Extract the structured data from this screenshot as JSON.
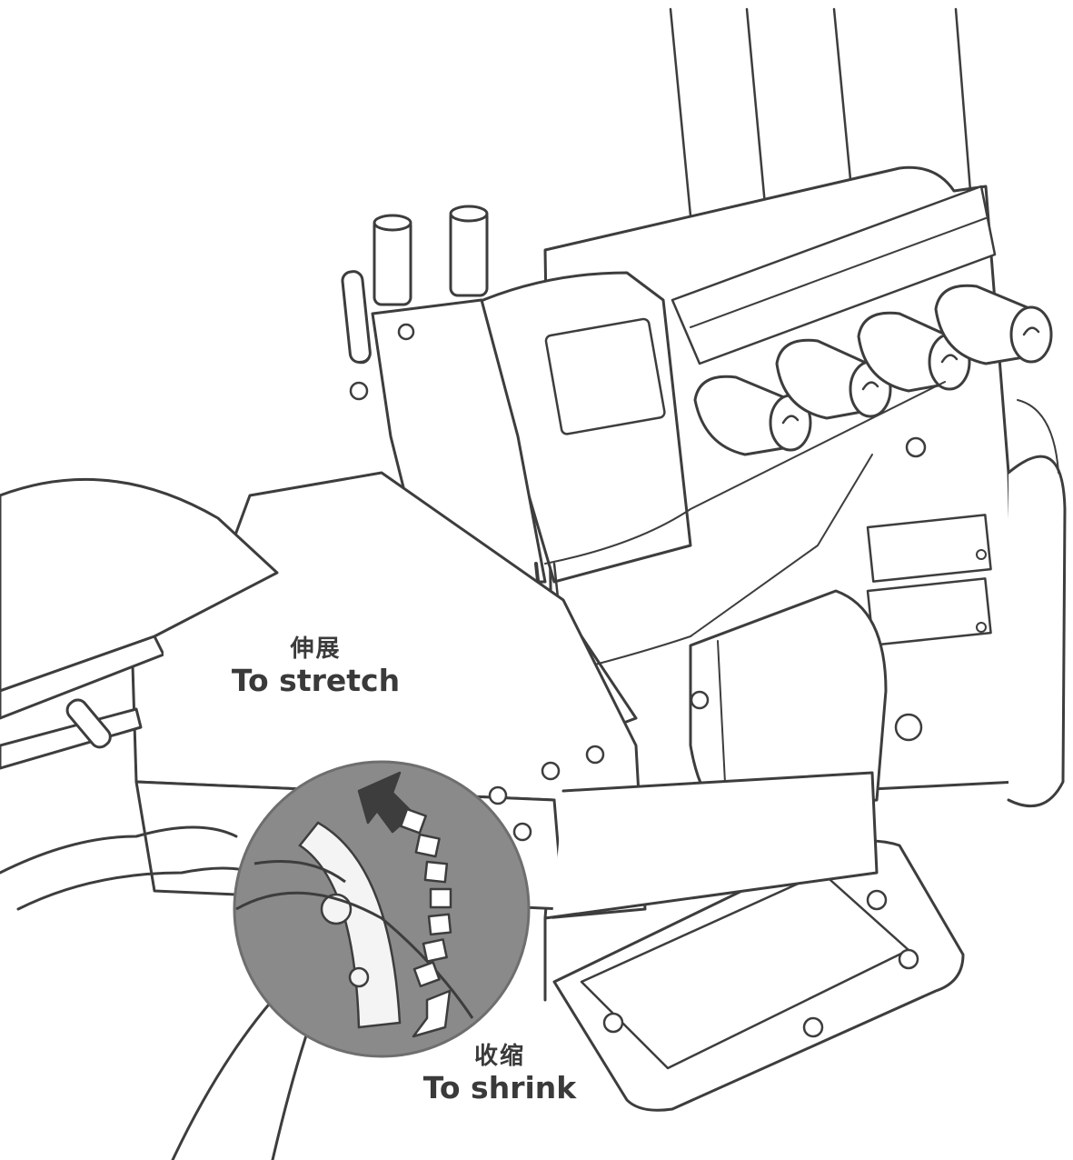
{
  "labels": {
    "stretch": {
      "zh": "伸展",
      "en": "To stretch"
    },
    "shrink": {
      "zh": "收缩",
      "en": "To shrink"
    }
  },
  "colors": {
    "line": "#3d3d3d",
    "shade": "#8a8a8a",
    "shade_dark": "#6e6e6e",
    "paper": "#ffffff",
    "light_fill": "#f4f4f4"
  },
  "icons": {
    "direction_arrows": "curved-arrow-icon"
  }
}
